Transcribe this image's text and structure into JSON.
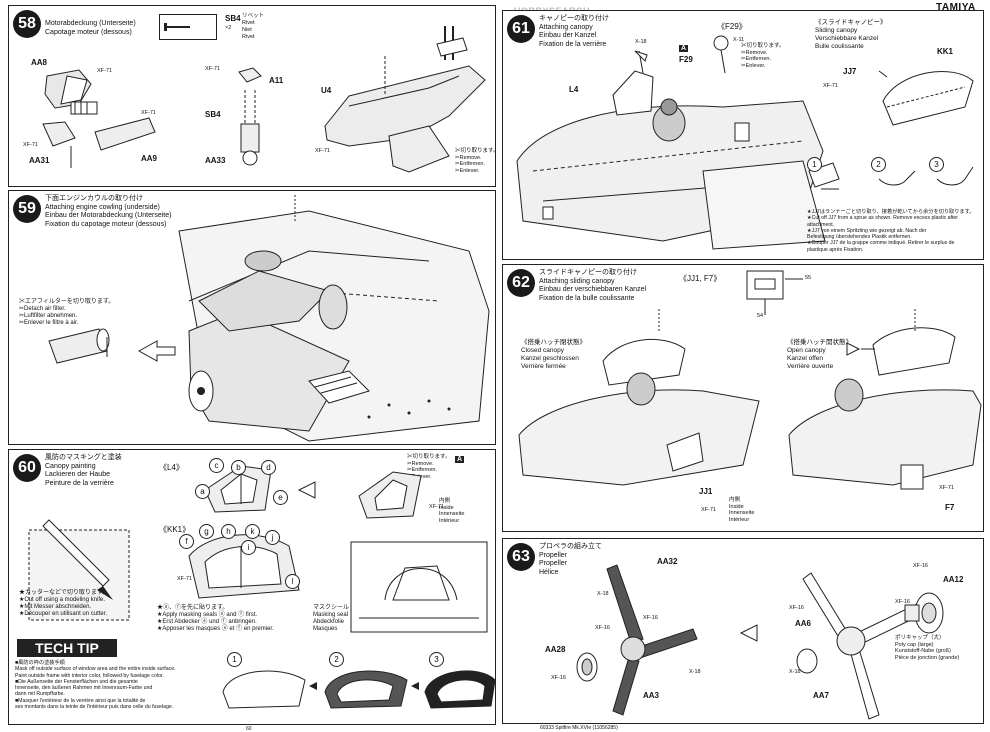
{
  "watermark": "HOBBYSEARCH",
  "brand": "TAMIYA",
  "footer_left": "60",
  "footer_center": "60333 Spitfire Mk.XVIe (11056285)",
  "hw_sb4": {
    "label": "SB4",
    "qty": "×2",
    "jp": "リベット",
    "de": "Niet",
    "en": "Rivet",
    "fr": "Rivet"
  },
  "step58": {
    "num": "58",
    "title": [
      "Motorabdeckung (Unterseite)",
      "Capotage moteur (dessous)"
    ],
    "parts": [
      "AA8",
      "AA31",
      "AA9",
      "A11",
      "SB4",
      "AA33",
      "U4"
    ],
    "paints": [
      "XF-71",
      "XF-71",
      "XF-71",
      "XF-71",
      "XF-71"
    ],
    "cut_note": [
      "✂切り取ります。",
      "✂Remove.",
      "✂Entfernen.",
      "✂Enlever."
    ]
  },
  "step59": {
    "num": "59",
    "title": [
      "下面エンジンカウルの取り付け",
      "Attaching engine cowling (underside)",
      "Einbau der Motorabdeckung (Unterseite)",
      "Fixation du capotage moteur (dessous)"
    ],
    "filter_note": [
      "✂エアフィルターを切り取ります。",
      "✂Detach air filter.",
      "✂Luftfilter abnehmen.",
      "✂Enlever le filtre à air."
    ]
  },
  "step60": {
    "num": "60",
    "title": [
      "風防のマスキングと塗装",
      "Canopy painting",
      "Lackieren der Haube",
      "Peinture de la verrière"
    ],
    "l4_label": "《L4》",
    "kk1_label": "《KK1》",
    "cut_note": [
      "✂切り取ります。",
      "✂Remove.",
      "✂Entfernen.",
      "✂Enlever."
    ],
    "inside_note": [
      "内側",
      "Inside",
      "Innenseite",
      "Intérieur"
    ],
    "knife_note": [
      "★カッターなどで切り取ります。",
      "★Cut off using a modeling knife.",
      "★Mit Messer abschneiden.",
      "★Découper en utilisant un cutter."
    ],
    "mask_first": [
      "★ⓐ、ⓕを先に貼ります。",
      "★Apply masking seals ⓐ and ⓕ first.",
      "★Erst Abdecker ⓐ und ⓕ anbringen.",
      "★Apposer les masques ⓐ et ⓕ en premier."
    ],
    "mask_seal": [
      "マスクシール",
      "Masking seal",
      "Abdeckfolie",
      "Masques"
    ],
    "seal_letters_l4": [
      "a",
      "b",
      "c",
      "d",
      "e"
    ],
    "seal_letters_kk1": [
      "f",
      "g",
      "h",
      "i",
      "j",
      "k",
      "l"
    ],
    "paint": "XF-71",
    "badge": "A"
  },
  "techtip": {
    "heading": "TECH TIP",
    "text": [
      "■風防の枠の塗装手順",
      "Mask off outside surface of window area and the entire inside surface.",
      "Paint outside frame with interior color, followed by fuselage color.",
      "■Die Außenseite der Fensterflächen und die gesamte",
      "Innenseite, den äußeren Rahmen mit Innenraum-Farbe und",
      "dann mit Rumpffarbe.",
      "■Masquer l'extérieur de la verrière ainsi que la totalité de",
      "ses montants dans la teinte de l'intérieur puis dans celle du fuselage."
    ],
    "steps": [
      "1",
      "2",
      "3"
    ]
  },
  "step61": {
    "num": "61",
    "title": [
      "キャノピーの取り付け",
      "Attaching canopy",
      "Einbau der Kanzel",
      "Fixation de la verrière"
    ],
    "f29_label": "《F29》",
    "sliding_label": [
      "《スライドキャノピー》",
      "Sliding canopy",
      "Verschiebbare Kanzel",
      "Bulle coulissante"
    ],
    "parts": [
      "L4",
      "F29",
      "JJ7",
      "KK1",
      "X-18",
      "X-11",
      "XF-71"
    ],
    "cut_note": [
      "✂切り取ります。",
      "✂Remove.",
      "✂Entfernen.",
      "✂Enlever."
    ],
    "substeps": [
      "1",
      "2",
      "3"
    ],
    "jj7_note": [
      "★JJ7はランナーごと切り取り、接着が乾いてから余分を切り取ります。",
      "★Cut off JJ7 from a sprue as shown. Remove excess plastic after",
      "attachment.",
      "★JJ7 von einem Spritzling wie gezeigt ab. Nach der",
      "Befestigung überstehendes Plastik entfernen.",
      "★Couper JJ7 de la grappe comme indiqué. Retirer le surplus de",
      "plastique après Fixation."
    ],
    "badge": "A"
  },
  "step62": {
    "num": "62",
    "title": [
      "スライドキャノピーの取り付け",
      "Attaching sliding canopy",
      "Einbau der verschiebbaren Kanzel",
      "Fixation de la bulle coulissante"
    ],
    "parts_label": "《JJ1, F7》",
    "dims": [
      "55",
      "54"
    ],
    "closed": [
      "《搭乗ハッチ閉状態》",
      "Closed canopy",
      "Kanzel geschlossen",
      "Verrière fermée"
    ],
    "open": [
      "《搭乗ハッチ開状態》",
      "Open canopy",
      "Kanzel offen",
      "Verrière ouverte"
    ],
    "parts": [
      "JJ1",
      "F7"
    ],
    "inside_note": [
      "内側",
      "Inside",
      "Innenseite",
      "Intérieur"
    ],
    "paints": [
      "XF-71",
      "XF-71"
    ]
  },
  "step63": {
    "num": "63",
    "title": [
      "プロペラの組み立て",
      "Propeller",
      "Propeller",
      "Hélice"
    ],
    "parts_left": [
      "AA32",
      "AA28",
      "AA3"
    ],
    "parts_right": [
      "AA12",
      "AA6",
      "AA7"
    ],
    "paints": [
      "X-18",
      "XF-16",
      "XF-16",
      "X-18",
      "XF-16",
      "XF-16",
      "XF-16",
      "X-18",
      "XF-16"
    ],
    "polycap": [
      "ポリキャップ（大）",
      "Poly cap (large)",
      "Kunststoff-Nabe (groß)",
      "Pièce de jonction (grande)"
    ]
  }
}
